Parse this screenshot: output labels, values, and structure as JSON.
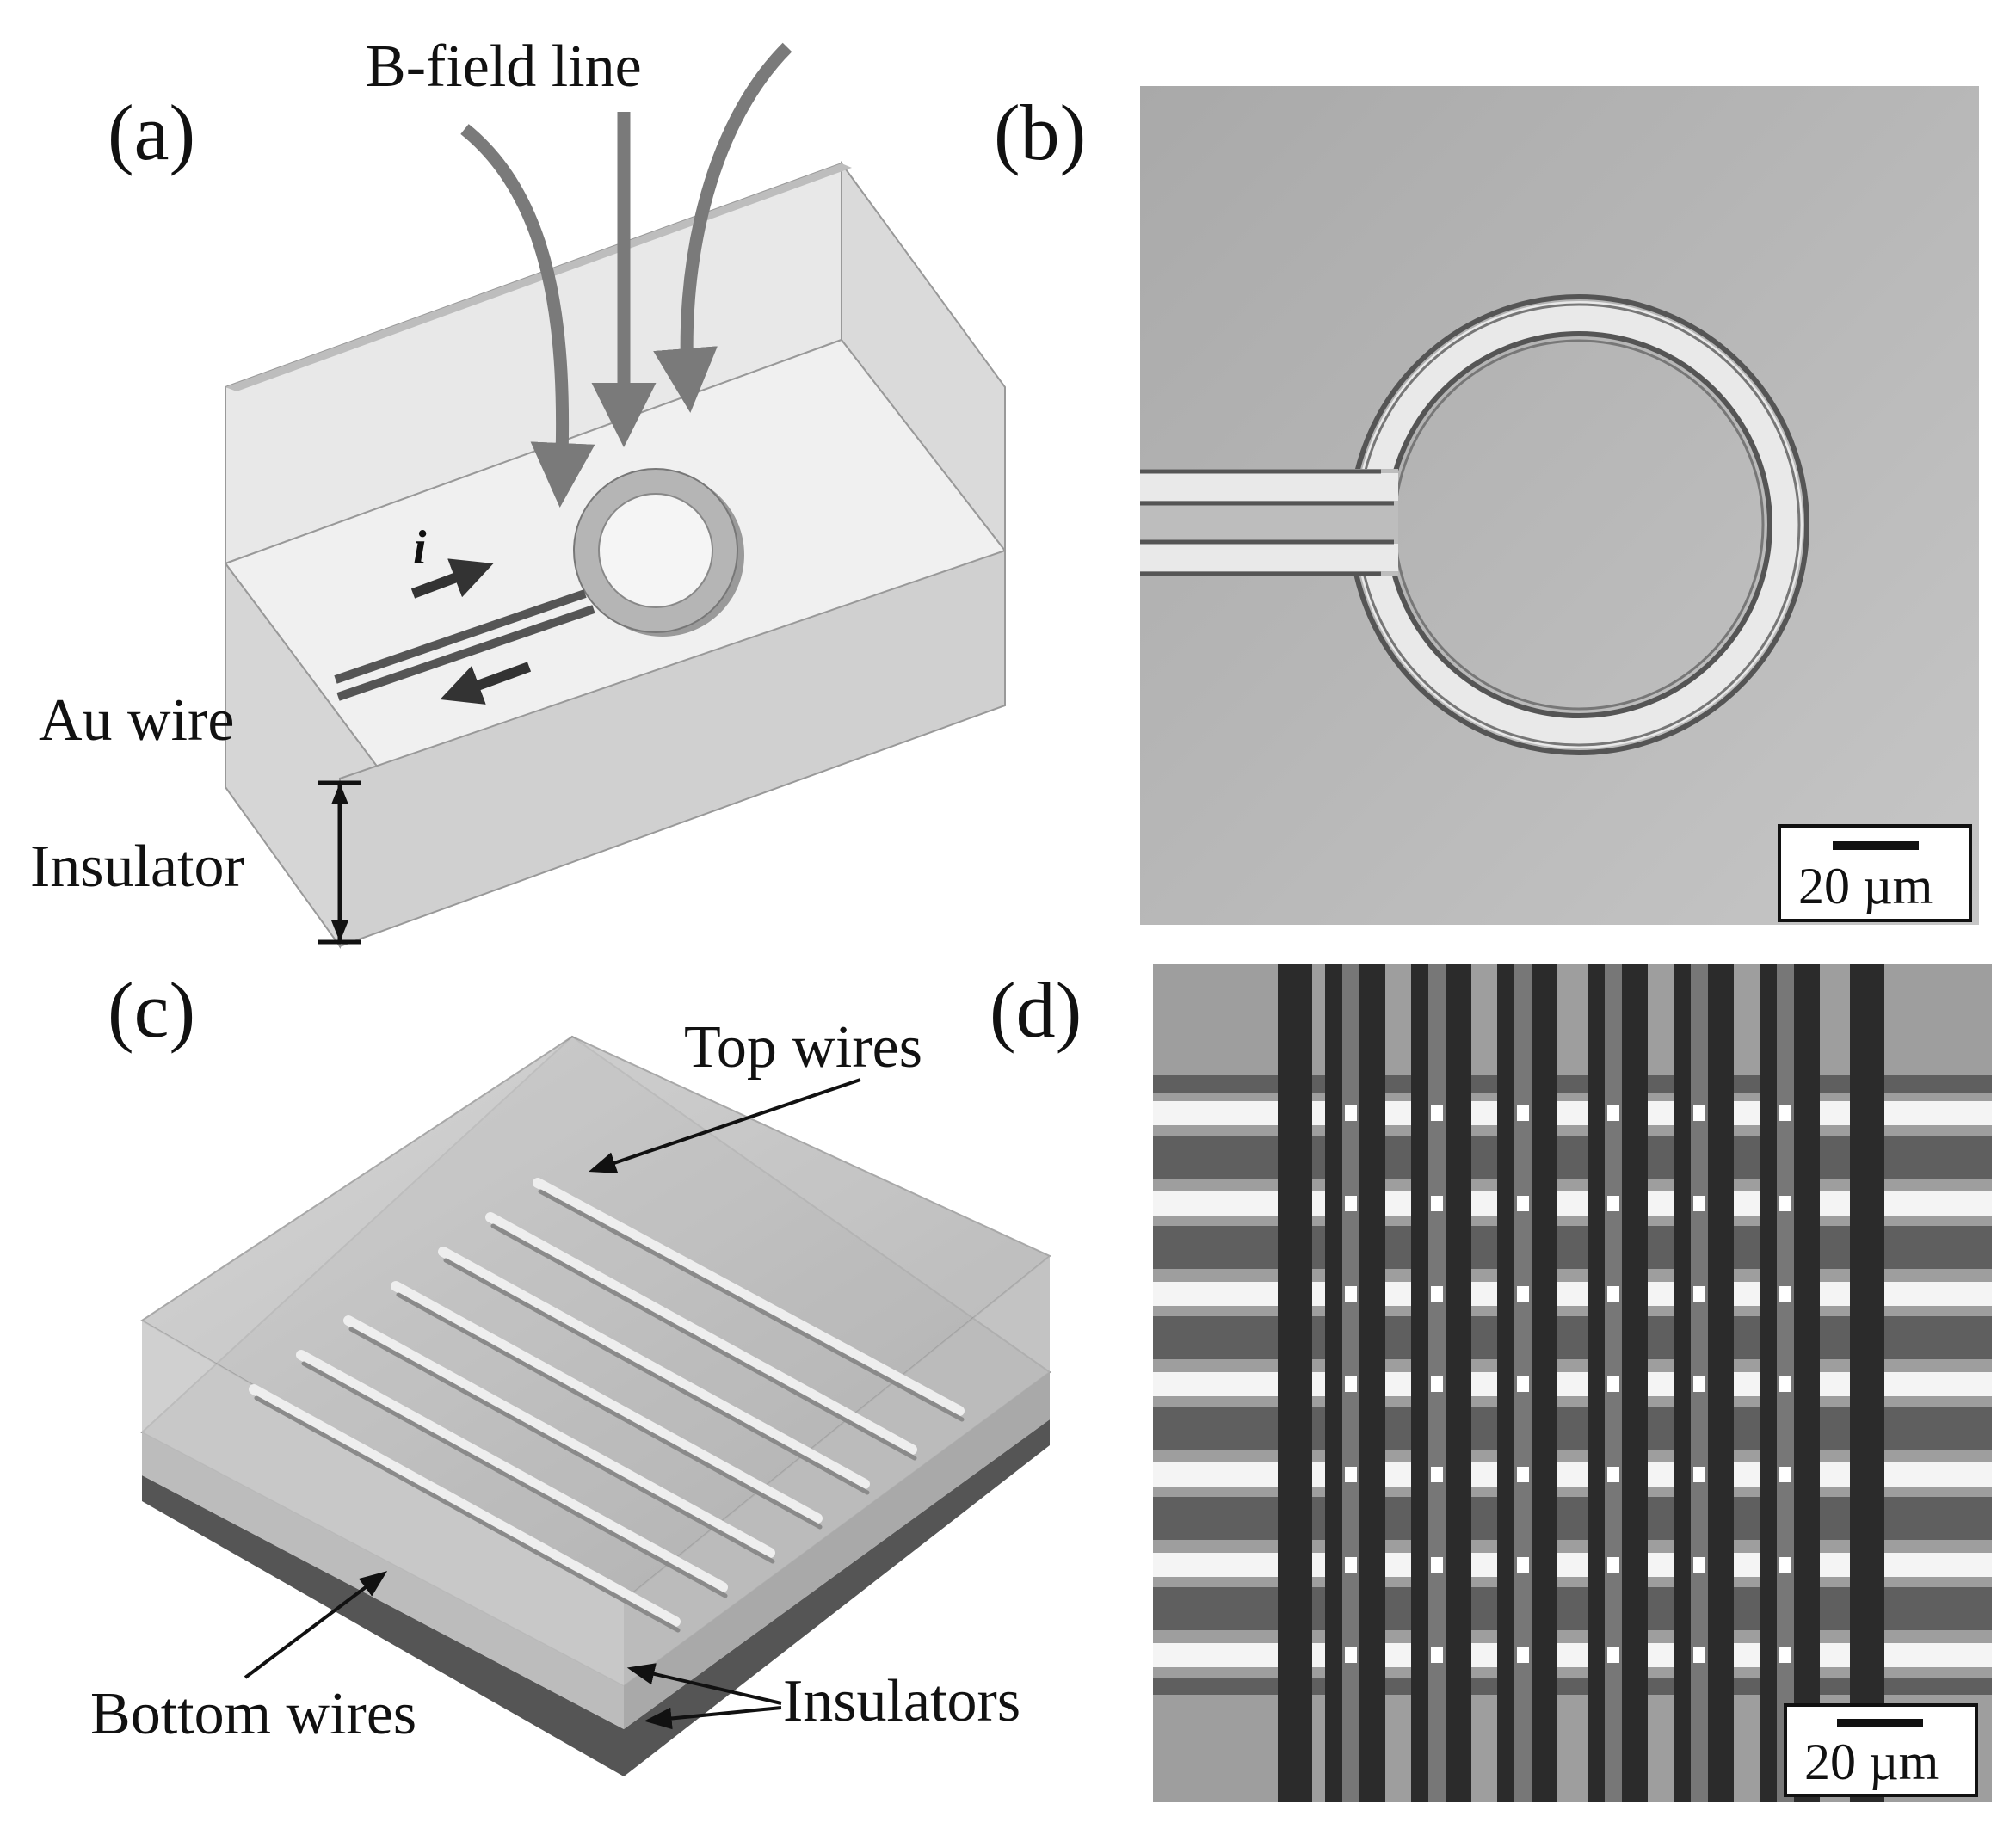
{
  "figure": {
    "panel_a": {
      "label": "(a)",
      "bfield_label": "B-field line",
      "current_label": "i",
      "wire_label": "Au wire",
      "insulator_label": "Insulator"
    },
    "panel_b": {
      "label": "(b)",
      "scale_bar": "20 µm"
    },
    "panel_c": {
      "label": "(c)",
      "top_wires_label": "Top wires",
      "bottom_wires_label": "Bottom wires",
      "insulators_label": "Insulators"
    },
    "panel_d": {
      "label": "(d)",
      "scale_bar": "20 µm"
    }
  },
  "colors": {
    "arrow_gray": "#7a7a7a",
    "box_light": "#e6e6e6",
    "box_mid": "#cfcfcf",
    "micrograph_bg": "#bdbdbd",
    "dark_line": "#333333"
  }
}
